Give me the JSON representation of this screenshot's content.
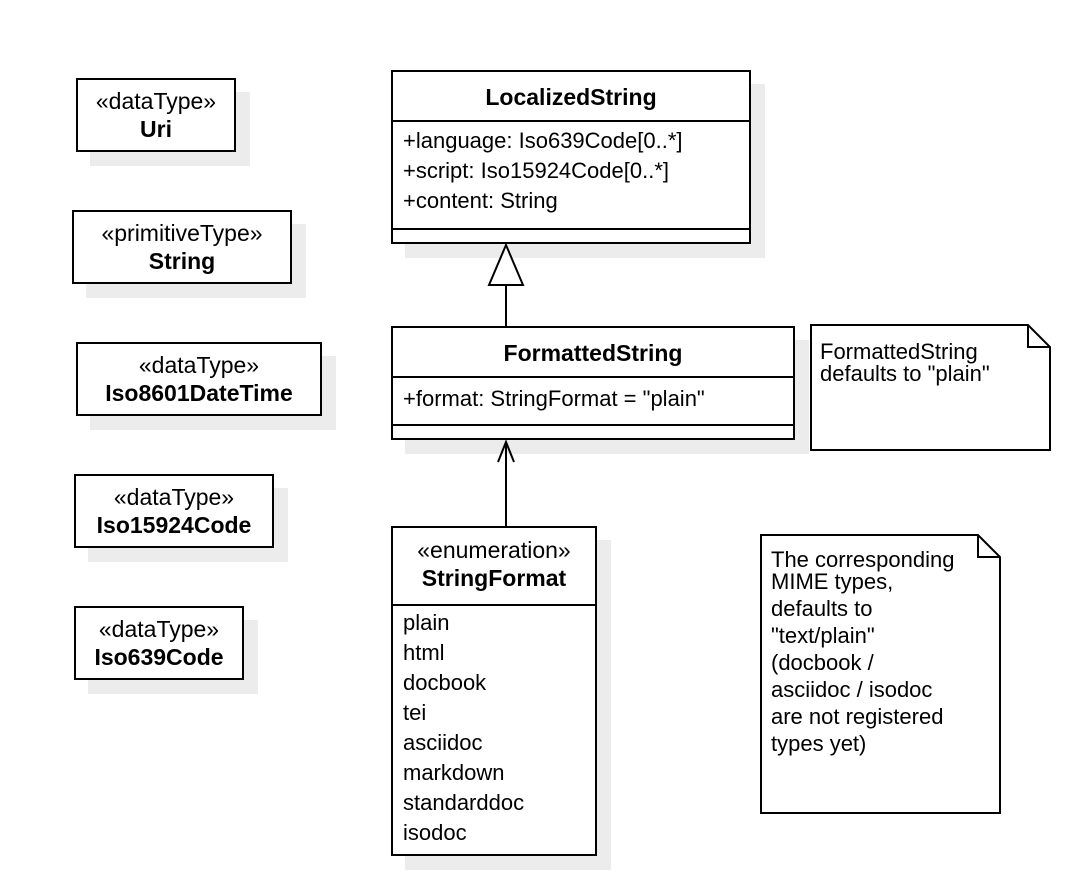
{
  "datatypes": [
    {
      "stereotype": "«dataType»",
      "name": "Uri"
    },
    {
      "stereotype": "«primitiveType»",
      "name": "String"
    },
    {
      "stereotype": "«dataType»",
      "name": "Iso8601DateTime"
    },
    {
      "stereotype": "«dataType»",
      "name": "Iso15924Code"
    },
    {
      "stereotype": "«dataType»",
      "name": "Iso639Code"
    }
  ],
  "localized_string": {
    "name": "LocalizedString",
    "attributes": [
      "+language: Iso639Code[0..*]",
      "+script: Iso15924Code[0..*]",
      "+content: String"
    ]
  },
  "formatted_string": {
    "name": "FormattedString",
    "attributes": [
      "+format: StringFormat = \"plain\""
    ]
  },
  "string_format": {
    "stereotype": "«enumeration»",
    "name": "StringFormat",
    "literals": [
      "plain",
      "html",
      "docbook",
      "tei",
      "asciidoc",
      "markdown",
      "standarddoc",
      "isodoc"
    ]
  },
  "notes": [
    {
      "lines": [
        "FormattedString",
        "defaults to \"plain\""
      ]
    },
    {
      "lines": [
        "The corresponding",
        "MIME types,",
        "defaults to",
        "\"text/plain\"",
        "(docbook /",
        "asciidoc / isodoc",
        "are not registered",
        "types yet)"
      ]
    }
  ]
}
